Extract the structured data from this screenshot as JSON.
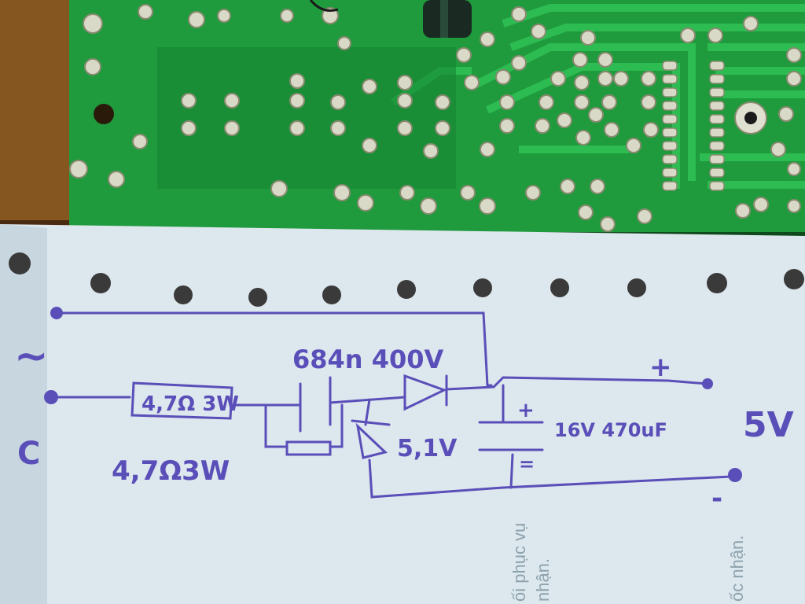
{
  "scene": {
    "pcb_color": "#1f9a3d",
    "paper_color": "#dde7ee",
    "ink_color": "#5a4fb8"
  },
  "schematic": {
    "ac_symbol": "~",
    "resistor_label_box": "4,7Ω 3W",
    "resistor_label_below": "4,7Ω3W",
    "capacitor_label": "684n 400V",
    "zener_label": "5,1V",
    "cap_polarity_plus": "+",
    "output_cap_label": "16V 470uF",
    "cap_polarity_minus": "=",
    "output_plus": "+",
    "output_minus": "-",
    "output_voltage": "5V",
    "left_mark": "C"
  },
  "printed_text": {
    "line_1": "ối phục vụ",
    "line_2": "nhận.",
    "line_3": "ốc nhận."
  }
}
